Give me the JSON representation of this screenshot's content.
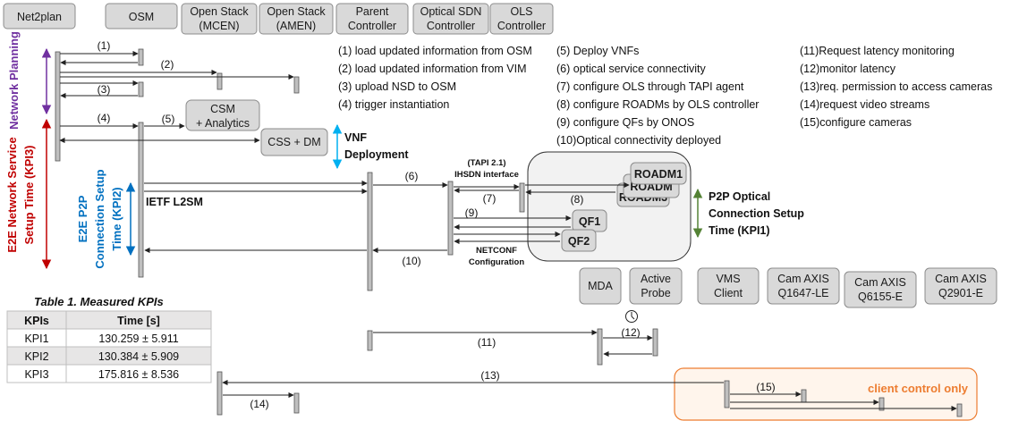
{
  "actors": {
    "net2plan": "Net2plan",
    "osm": "OSM",
    "openstack_mcen_1": "Open Stack",
    "openstack_mcen_2": "(MCEN)",
    "openstack_amen_1": "Open Stack",
    "openstack_amen_2": "(AMEN)",
    "parent_1": "Parent",
    "parent_2": "Controller",
    "optical_1": "Optical SDN",
    "optical_2": "Controller",
    "ols_1": "OLS",
    "ols_2": "Controller",
    "csm_1": "CSM",
    "csm_2": "+ Analytics",
    "cssdm": "CSS + DM",
    "roadm1": "ROADM1",
    "roadm2": "ROADM",
    "roadm3": "ROADM3",
    "qf1": "QF1",
    "qf2": "QF2",
    "mda": "MDA",
    "probe_1": "Active",
    "probe_2": "Probe",
    "vms_1": "VMS",
    "vms_2": "Client",
    "cam1_1": "Cam AXIS",
    "cam1_2": "Q1647-LE",
    "cam2_1": "Cam AXIS",
    "cam2_2": "Q6155-E",
    "cam3_1": "Cam AXIS",
    "cam3_2": "Q2901-E"
  },
  "legend": {
    "col1": [
      "(1) load updated information from OSM",
      "(2) load updated information from VIM",
      "(3) upload NSD to OSM",
      "(4) trigger instantiation"
    ],
    "col2": [
      "(5) Deploy VNFs",
      "(6) optical service connectivity",
      "(7) configure OLS through TAPI agent",
      "(8) configure ROADMs by OLS controller",
      "(9) configure QFs by ONOS",
      "(10)Optical connectivity deployed"
    ],
    "col3": [
      "(11)Request latency monitoring",
      "(12)monitor latency",
      "(13)req. permission to access cameras",
      "(14)request video streams",
      "(15)configure cameras"
    ]
  },
  "messages": {
    "m1": "(1)",
    "m2": "(2)",
    "m3": "(3)",
    "m4": "(4)",
    "m5": "(5)",
    "m6": "(6)",
    "m7": "(7)",
    "m8": "(8)",
    "m9": "(9)",
    "m10": "(10)",
    "m11": "(11)",
    "m12": "(12)",
    "m13": "(13)",
    "m14": "(14)",
    "m15": "(15)"
  },
  "side_labels": {
    "network_planning": "Network Planning",
    "e2e_service_1": "E2E Network Service",
    "e2e_service_2": "Setup Time (KPI3)",
    "e2e_p2p_1": "E2E P2P",
    "e2e_p2p_2": "Connection Setup",
    "e2e_p2p_3": "Time (KPI2)",
    "vnf_1": "VNF",
    "vnf_2": "Deployment",
    "p2p_optical_1": "P2P Optical",
    "p2p_optical_2": "Connection Setup",
    "p2p_optical_3": "Time (KPI1)",
    "ietf": "IETF L2SM",
    "tapi_1": "(TAPI 2.1)",
    "tapi_2": "IHSDN interface",
    "netconf_1": "NETCONF",
    "netconf_2": "Configuration",
    "client_control": "client control  only"
  },
  "table": {
    "title": "Table 1. Measured  KPIs",
    "headers": [
      "KPIs",
      "Time [s]"
    ],
    "rows": [
      [
        "KPI1",
        "130.259 ± 5.911"
      ],
      [
        "KPI2",
        "130.384 ± 5.909"
      ],
      [
        "KPI3",
        "175.816 ± 8.536"
      ]
    ]
  },
  "colors": {
    "purple": "#7030a0",
    "red": "#c00000",
    "blue": "#0070c0",
    "cyan": "#00b0f0",
    "green": "#548235",
    "orange": "#ed7d31"
  }
}
